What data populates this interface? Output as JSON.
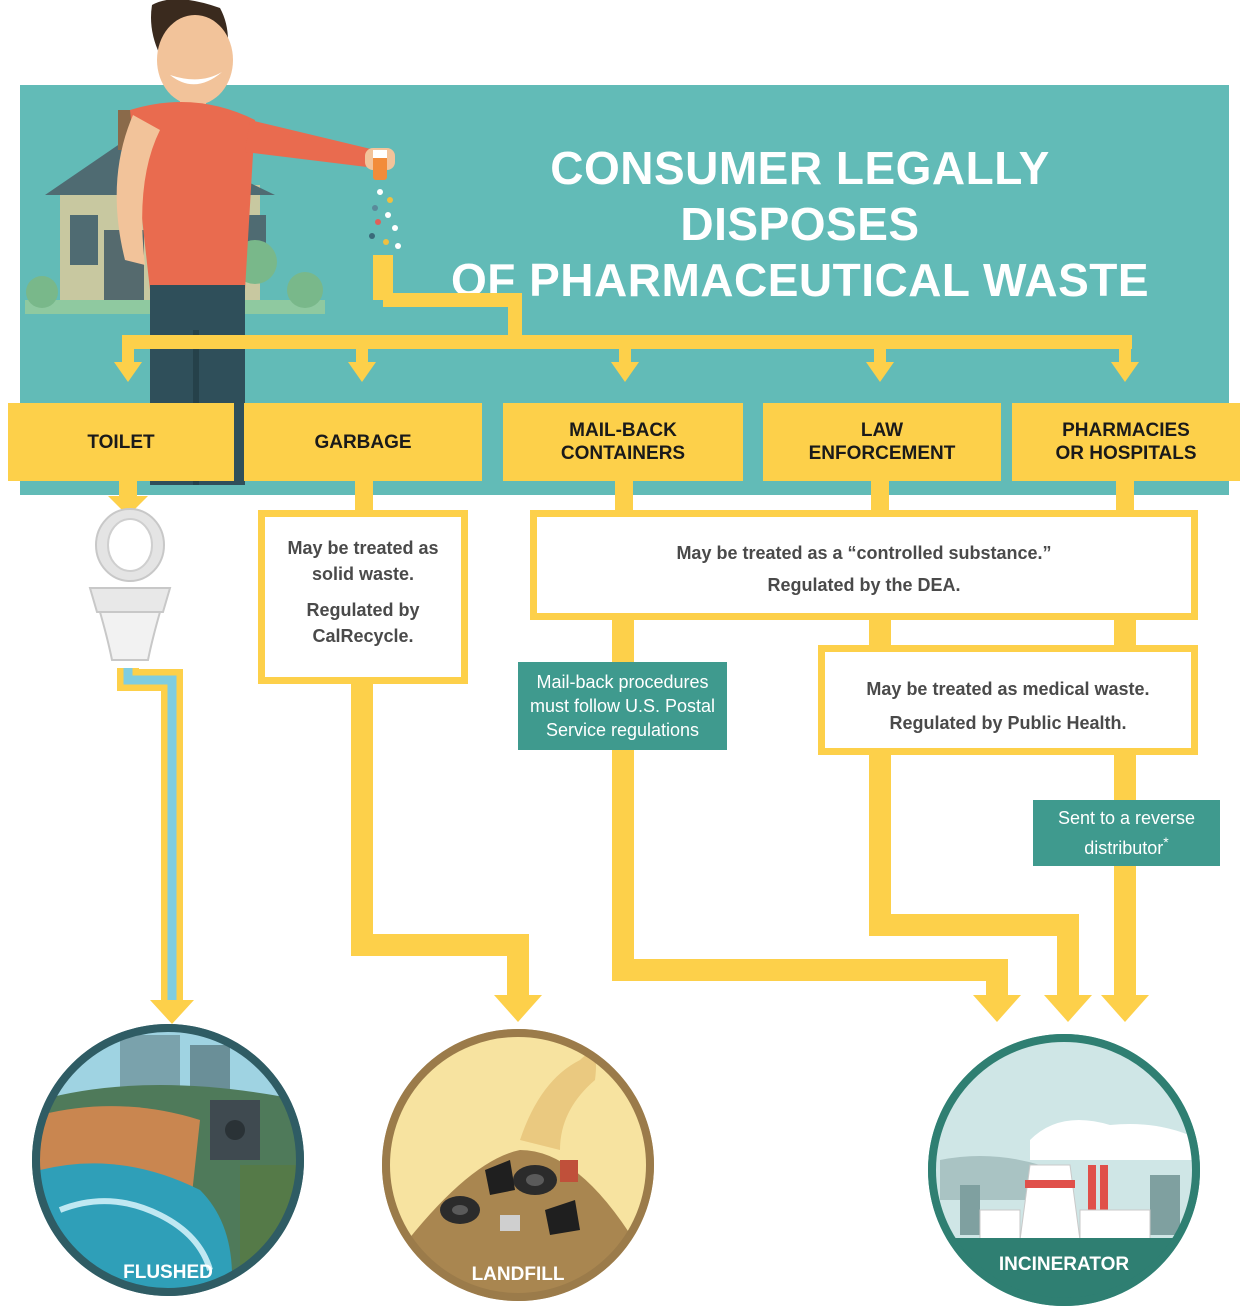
{
  "title": {
    "line1": "CONSUMER LEGALLY DISPOSES",
    "line2": "OF PHARMACEUTICAL WASTE"
  },
  "categories": [
    {
      "label": "TOILET"
    },
    {
      "label": "GARBAGE"
    },
    {
      "label_line1": "MAIL-BACK",
      "label_line2": "CONTAINERS"
    },
    {
      "label_line1": "LAW",
      "label_line2": "ENFORCEMENT"
    },
    {
      "label_line1": "PHARMACIES",
      "label_line2": "OR HOSPITALS"
    }
  ],
  "boxes": {
    "garbage": {
      "line1": "May be treated as",
      "line2": "solid waste.",
      "line3": "Regulated by",
      "line4": "CalRecycle."
    },
    "controlled": {
      "line1": "May be treated as a “controlled substance.”",
      "line2": "Regulated by  the DEA."
    },
    "medical": {
      "line1": "May be treated as medical waste.",
      "line2": "Regulated by Public Health."
    }
  },
  "notes": {
    "mailback": {
      "line1": "Mail-back procedures",
      "line2": "must follow U.S. Postal",
      "line3": "Service regulations"
    },
    "reverse": {
      "line1": "Sent to a reverse",
      "line2": "distributor",
      "mark": "*"
    }
  },
  "destinations": {
    "flushed": "FLUSHED",
    "landfill": "LANDFILL",
    "incinerator": "INCINERATOR"
  },
  "colors": {
    "teal": "#62bbb7",
    "yellow": "#fdd04a",
    "dark_teal": "#3f9a8e",
    "water": "#7fcde0"
  }
}
